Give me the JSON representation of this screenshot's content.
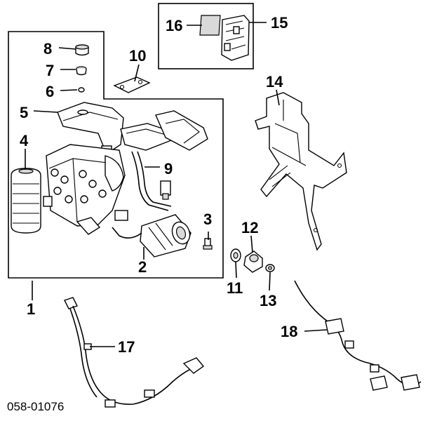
{
  "diagram": {
    "drawing_code": "058-01076",
    "callouts": [
      {
        "id": "c1",
        "label": "1"
      },
      {
        "id": "c2",
        "label": "2"
      },
      {
        "id": "c3",
        "label": "3"
      },
      {
        "id": "c4",
        "label": "4"
      },
      {
        "id": "c5",
        "label": "5"
      },
      {
        "id": "c6",
        "label": "6"
      },
      {
        "id": "c7",
        "label": "7"
      },
      {
        "id": "c8",
        "label": "8"
      },
      {
        "id": "c9",
        "label": "9"
      },
      {
        "id": "c10",
        "label": "10"
      },
      {
        "id": "c11",
        "label": "11"
      },
      {
        "id": "c12",
        "label": "12"
      },
      {
        "id": "c13",
        "label": "13"
      },
      {
        "id": "c14",
        "label": "14"
      },
      {
        "id": "c15",
        "label": "15"
      },
      {
        "id": "c16",
        "label": "16"
      },
      {
        "id": "c17",
        "label": "17"
      },
      {
        "id": "c18",
        "label": "18"
      }
    ]
  }
}
